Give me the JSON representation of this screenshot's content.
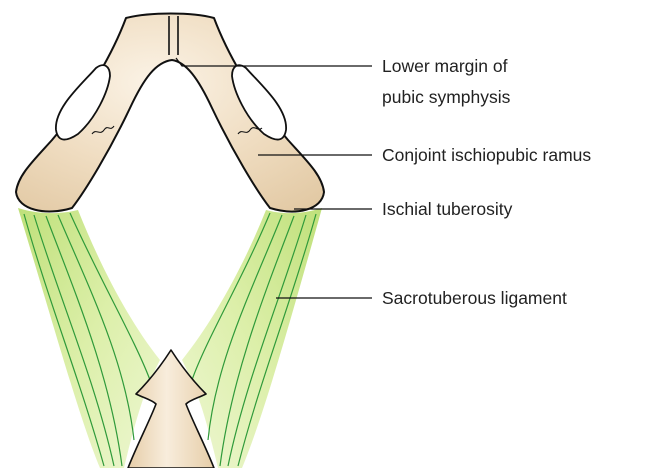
{
  "labels": {
    "lower_margin_line1": "Lower margin of",
    "lower_margin_line2": "pubic symphysis",
    "conjoint_ramus": "Conjoint ischiopubic ramus",
    "ischial_tuberosity": "Ischial tuberosity",
    "sacrotuberous_ligament": "Sacrotuberous ligament"
  },
  "colors": {
    "bone_fill": "#efdcc0",
    "bone_highlight": "#faf1e3",
    "bone_outline": "#111111",
    "ligament_light": "#e3f2b8",
    "ligament_mid": "#c8e48a",
    "ligament_fibre": "#2f9a3a",
    "leader_line": "#111111",
    "text": "#222222"
  }
}
